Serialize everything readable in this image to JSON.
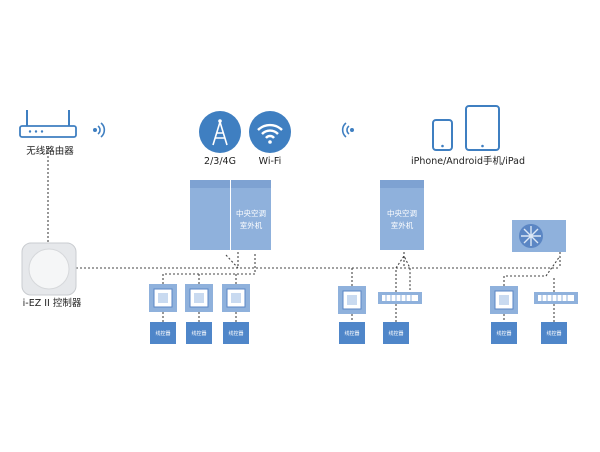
{
  "labels": {
    "router": "无线路由器",
    "controller": "i-EZ II 控制器",
    "network_types": "2/3/4G",
    "wifi": "Wi-Fi",
    "devices": "iPhone/Android手机/iPad",
    "outdoor_unit_line1": "中央空调",
    "outdoor_unit_line2": "室外机",
    "wired_controller": "线控器"
  },
  "colors": {
    "unit_blue": "#8fb1dc",
    "unit_dark": "#5b86c4",
    "icon_blue": "#3f7fc1",
    "controller_blue": "#4f86c9",
    "link": "#444444"
  },
  "icons": [
    "router-icon",
    "signal-tower-icon",
    "wifi-icon",
    "phone-icon",
    "tablet-icon",
    "wireless-signal-icon",
    "fan-icon"
  ]
}
